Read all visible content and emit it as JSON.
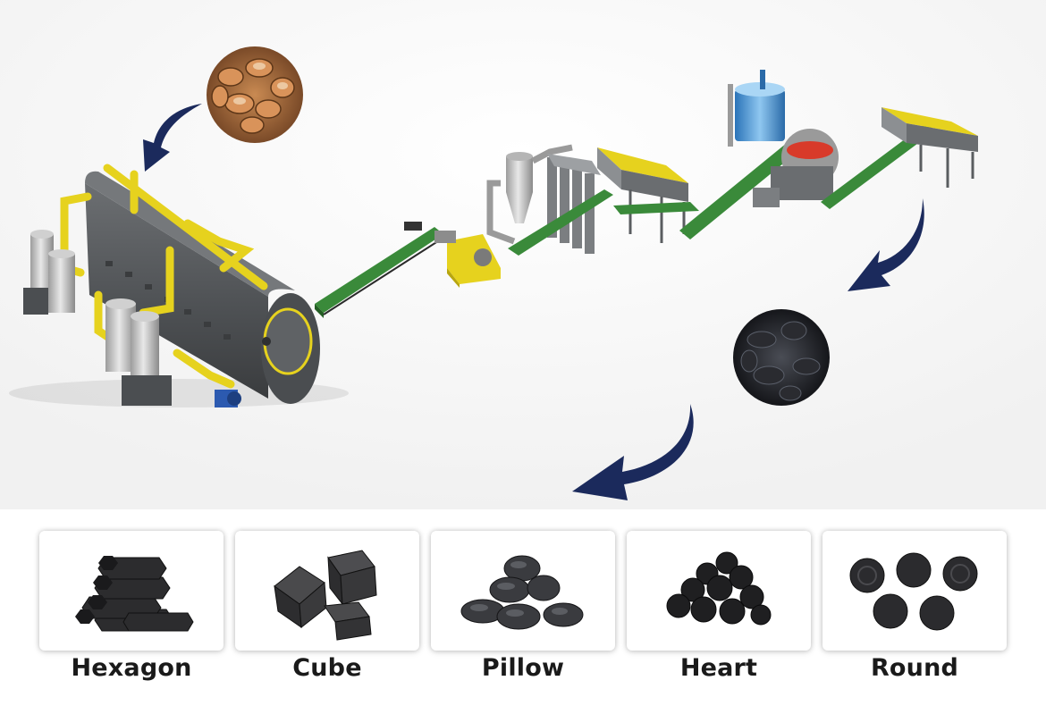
{
  "products": [
    {
      "label": "Hexagon",
      "icon": "hexagon-briquettes-icon"
    },
    {
      "label": "Cube",
      "icon": "cube-briquettes-icon"
    },
    {
      "label": "Pillow",
      "icon": "pillow-briquettes-icon"
    },
    {
      "label": "Heart",
      "icon": "heart-briquettes-icon"
    },
    {
      "label": "Round",
      "icon": "round-briquettes-icon"
    }
  ],
  "colors": {
    "arrow": "#1b2a5c",
    "conveyor": "#3a8a3a",
    "pipe": "#e6d21e",
    "machine_gray": "#5a5d60",
    "charcoal": "#2b2b2d"
  }
}
